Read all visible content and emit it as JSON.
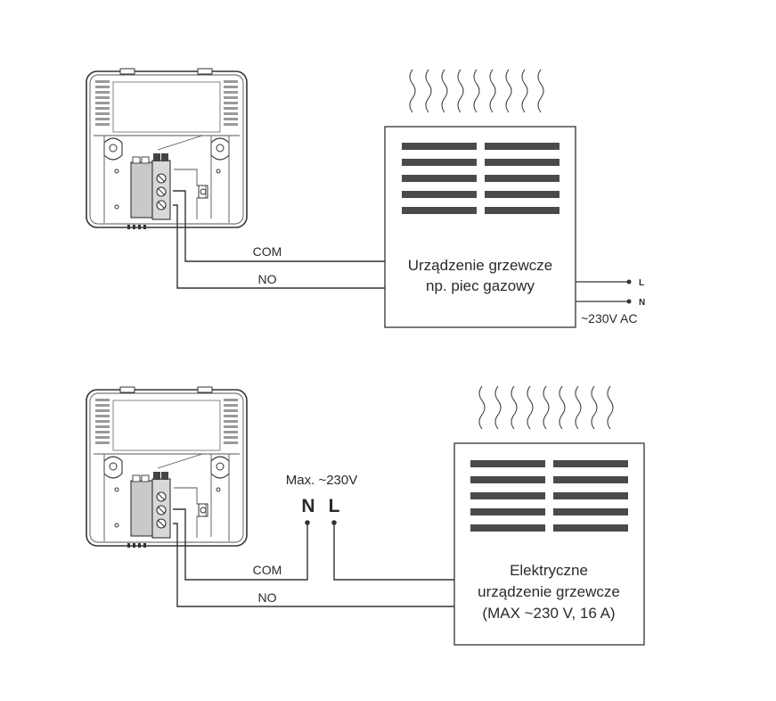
{
  "diagram_1": {
    "heater_label_line1": "Urządzenie grzewcze",
    "heater_label_line2": "np. piec gazowy",
    "wire_com": "COM",
    "wire_no": "NO",
    "supply_l": "L",
    "supply_n": "N",
    "supply_voltage": "~230V AC"
  },
  "diagram_2": {
    "max_voltage": "Max. ~230V",
    "terminal_n": "N",
    "terminal_l": "L",
    "heater_label_line1": "Elektryczne",
    "heater_label_line2": "urządzenie grzewcze",
    "heater_label_line3": "(MAX ~230 V, 16 A)",
    "wire_com": "COM",
    "wire_no": "NO"
  }
}
